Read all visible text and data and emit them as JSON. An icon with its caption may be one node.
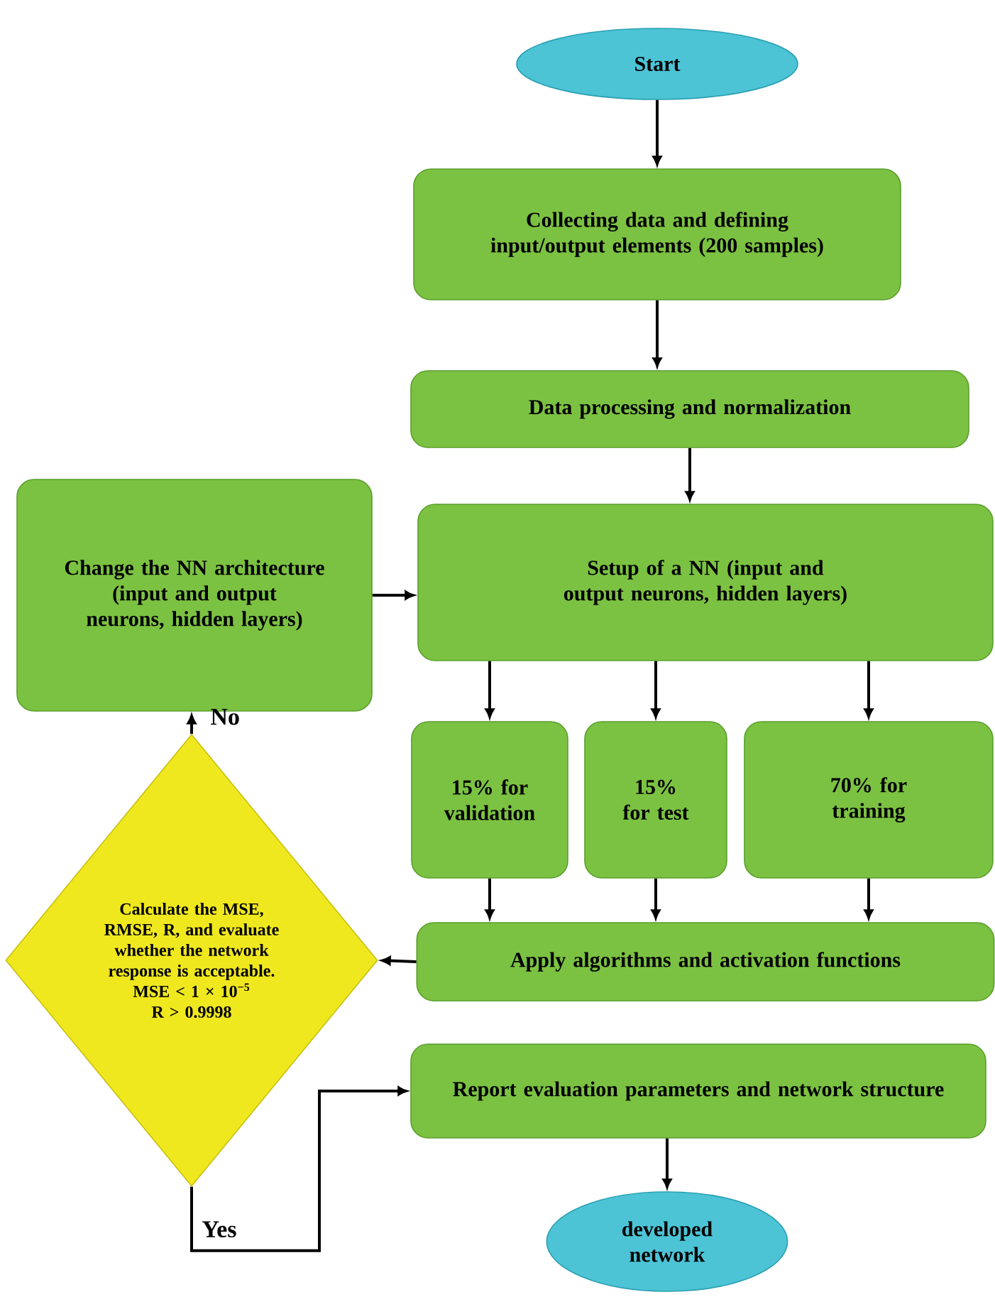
{
  "diagram": {
    "nodes": [
      {
        "text": [
          "Start"
        ]
      },
      {
        "text": [
          "Collecting data and defining input/output elements (200 samples)"
        ]
      },
      {
        "text": [
          "Data processing and normalization"
        ]
      },
      {
        "text": [
          "Change the NN architecture (input and output neurons, hidden layers)"
        ]
      },
      {
        "text": [
          "Setup of a NN (input and output neurons, hidden layers)"
        ]
      },
      {
        "text": [
          "15% for validation"
        ]
      },
      {
        "text": [
          "15% for test"
        ]
      },
      {
        "text": [
          "70% for training"
        ]
      },
      {
        "text": [
          "Apply algorithms and activation functions"
        ]
      },
      {
        "text": [
          "Calculate the MSE, RMSE, R, and evaluate whether the network response is acceptable.",
          "MSE < 1 × 10$^{−5}$",
          "R > 0.9998"
        ]
      },
      {
        "text": [
          "Report evaluation parameters and network structure"
        ]
      },
      {
        "text": [
          "developed network"
        ]
      }
    ],
    "edges": [
      {
        "from": 0,
        "to": 1,
        "arrow": "to"
      },
      {
        "from": 1,
        "to": 2,
        "arrow": "to"
      },
      {
        "from": 2,
        "to": 4,
        "arrow": "to"
      },
      {
        "from": 3,
        "to": 4,
        "arrow": "to"
      },
      {
        "from": 4,
        "to": 5,
        "arrow": "to"
      },
      {
        "from": 4,
        "to": 6,
        "arrow": "to"
      },
      {
        "from": 4,
        "to": 7,
        "arrow": "to"
      },
      {
        "from": 5,
        "to": 8,
        "arrow": "to"
      },
      {
        "from": 6,
        "to": 8,
        "arrow": "to"
      },
      {
        "from": 7,
        "to": 8,
        "arrow": "to"
      },
      {
        "from": 8,
        "to": 9,
        "arrow": "to"
      },
      {
        "from": 9,
        "to": 3,
        "arrow": "to",
        "label": "No"
      },
      {
        "from": 9,
        "to": 10,
        "arrow": "to",
        "label": "Yes"
      },
      {
        "from": 10,
        "to": 11,
        "arrow": "to"
      }
    ]
  }
}
